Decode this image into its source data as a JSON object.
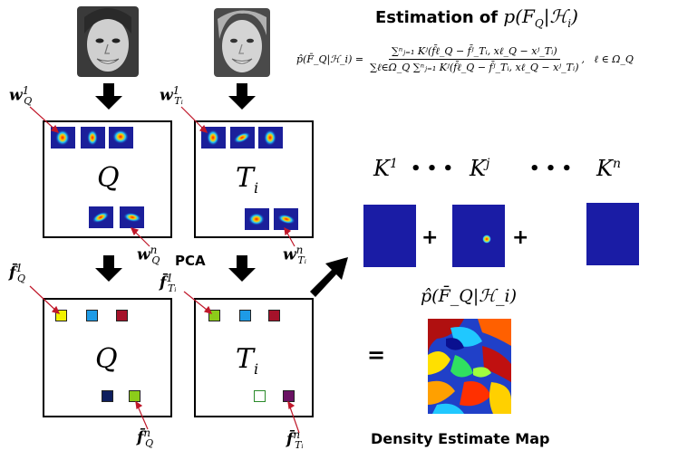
{
  "title": {
    "prefix": "Estimation of",
    "expr": "p(F",
    "sub": "Q",
    "rest": "|ℋ",
    "rest_sub": "i",
    "close": ")"
  },
  "formula": {
    "lhs": "p̂(F̄_Q|ℋ_i) =",
    "numerator": "∑ⁿⱼ₌₁ Kʲ(f̄ℓ_Q − f̄ʲ_Tᵢ, xℓ_Q − xʲ_Tᵢ)",
    "denominator": "∑ℓ∈Ω_Q ∑ⁿⱼ₌₁ Kʲ(f̄ℓ_Q − f̄ʲ_Tᵢ, xℓ_Q − xʲ_Tᵢ)",
    "condition": ",   ℓ ∈ Ω_Q"
  },
  "left": {
    "w1": "w",
    "w1_sup": "1",
    "w1_sub": "Q",
    "wn": "w",
    "wn_sup": "n",
    "wn_sub": "Q",
    "box_label": "Q",
    "f1": "f̄",
    "f1_sup": "1",
    "f1_sub": "Q",
    "fn": "f̄",
    "fn_sup": "n",
    "fn_sub": "Q",
    "box2_label": "Q"
  },
  "right": {
    "w1": "w",
    "w1_sup": "1",
    "w1_sub": "Tᵢ",
    "wn": "w",
    "wn_sup": "n",
    "wn_sub": "Tᵢ",
    "box_label": "T",
    "box_label_sub": "i",
    "f1": "f̄",
    "f1_sup": "1",
    "f1_sub": "Tᵢ",
    "fn": "f̄",
    "fn_sup": "n",
    "fn_sub": "Tᵢ",
    "box2_label": "T",
    "box2_label_sub": "i"
  },
  "pca_label": "PCA",
  "kernels": {
    "k1": "K",
    "k1_sup": "1",
    "kj": "K",
    "kj_sup": "j",
    "kn": "K",
    "kn_sup": "n",
    "dots": "• • •",
    "plus": "+",
    "equals": "="
  },
  "estimate_label": "p̂(F̄_Q|ℋ_i)",
  "map_caption": "Density Estimate Map",
  "colors": {
    "left_squares": [
      "#f2f200",
      "#1e9be6",
      "#a5122a",
      "#0e1e5e",
      "#8ccc1a"
    ],
    "right_squares": [
      "#8ccc1a",
      "#1e9be6",
      "#a5122a",
      "#ffffff",
      "#6a1263"
    ],
    "kernel_blue": "#1a1ca5",
    "arrow": "#000000",
    "pointer": "#c0182a"
  }
}
